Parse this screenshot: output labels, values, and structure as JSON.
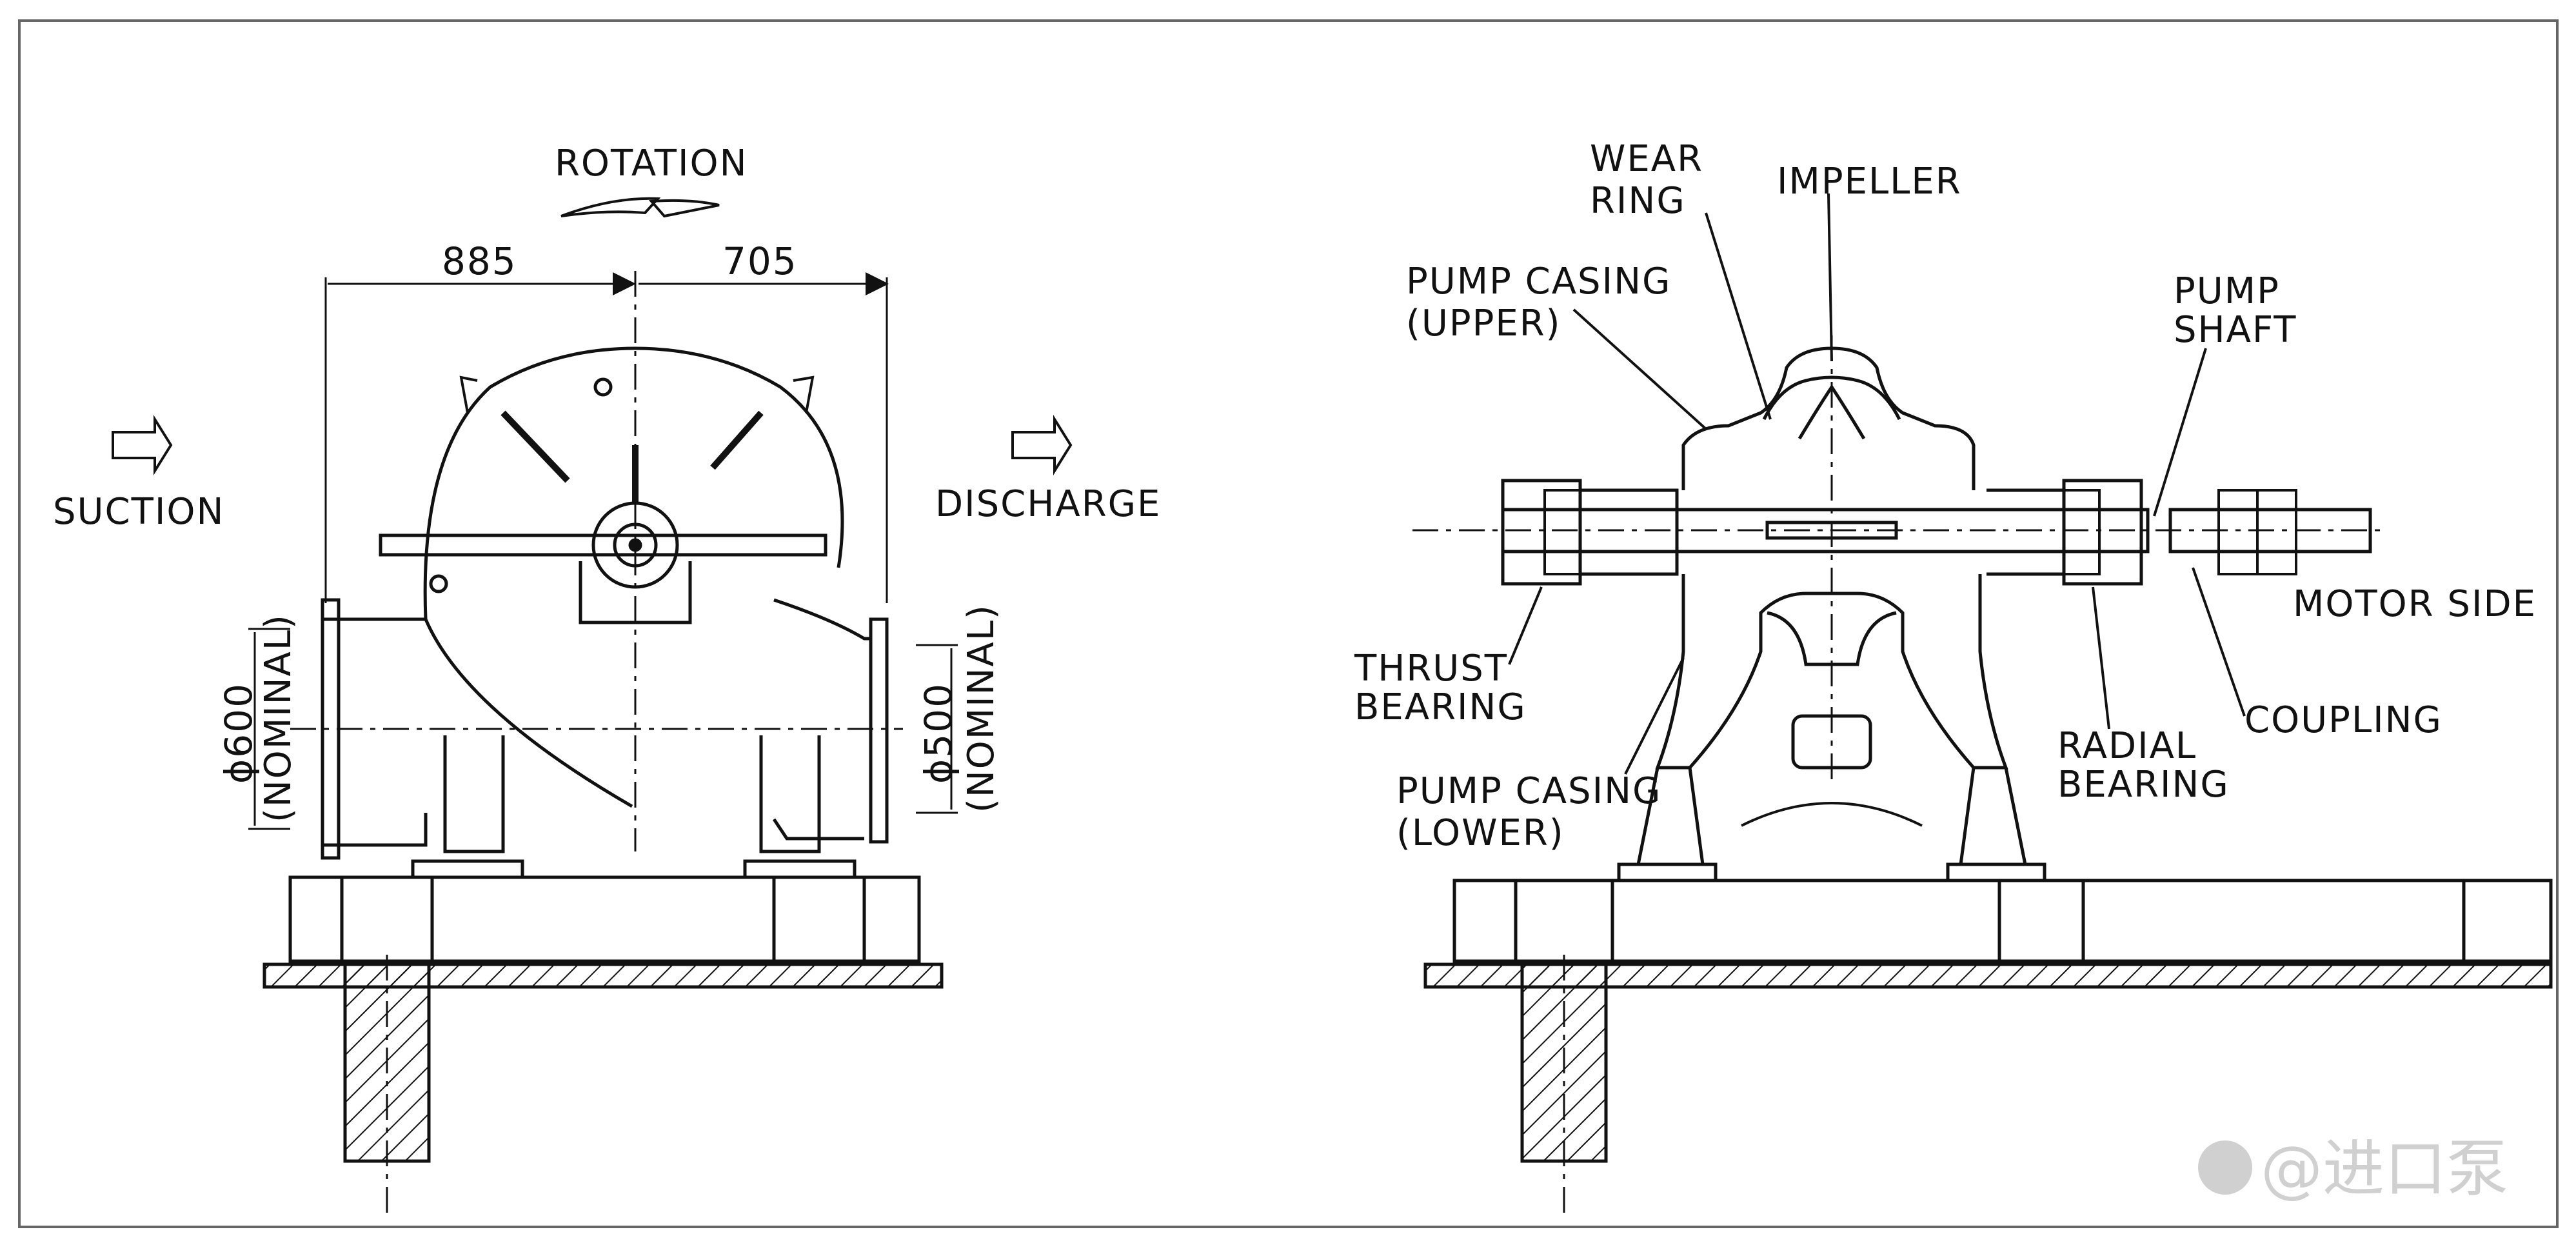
{
  "side_view": {
    "rotation_label": "ROTATION",
    "dim_left": "885",
    "dim_right": "705",
    "suction_label": "SUCTION",
    "discharge_label": "DISCHARGE",
    "suction_diameter": "ϕ600",
    "suction_nominal": "(NOMINAL)",
    "discharge_diameter": "ϕ500",
    "discharge_nominal": "(NOMINAL)"
  },
  "section_view": {
    "wear_ring_line1": "WEAR",
    "wear_ring_line2": "RING",
    "impeller": "IMPELLER",
    "casing_upper_line1": "PUMP CASING",
    "casing_upper_line2": "(UPPER)",
    "pump_shaft_line1": "PUMP",
    "pump_shaft_line2": "SHAFT",
    "motor_side": "MOTOR SIDE",
    "thrust_bearing_line1": "THRUST",
    "thrust_bearing_line2": "BEARING",
    "coupling": "COUPLING",
    "radial_bearing_line1": "RADIAL",
    "radial_bearing_line2": "BEARING",
    "casing_lower_line1": "PUMP CASING",
    "casing_lower_line2": "(LOWER)"
  },
  "watermark": "@进口泵",
  "colors": {
    "line": "#111111",
    "border": "#666666",
    "watermark": "#d0d0d0"
  }
}
